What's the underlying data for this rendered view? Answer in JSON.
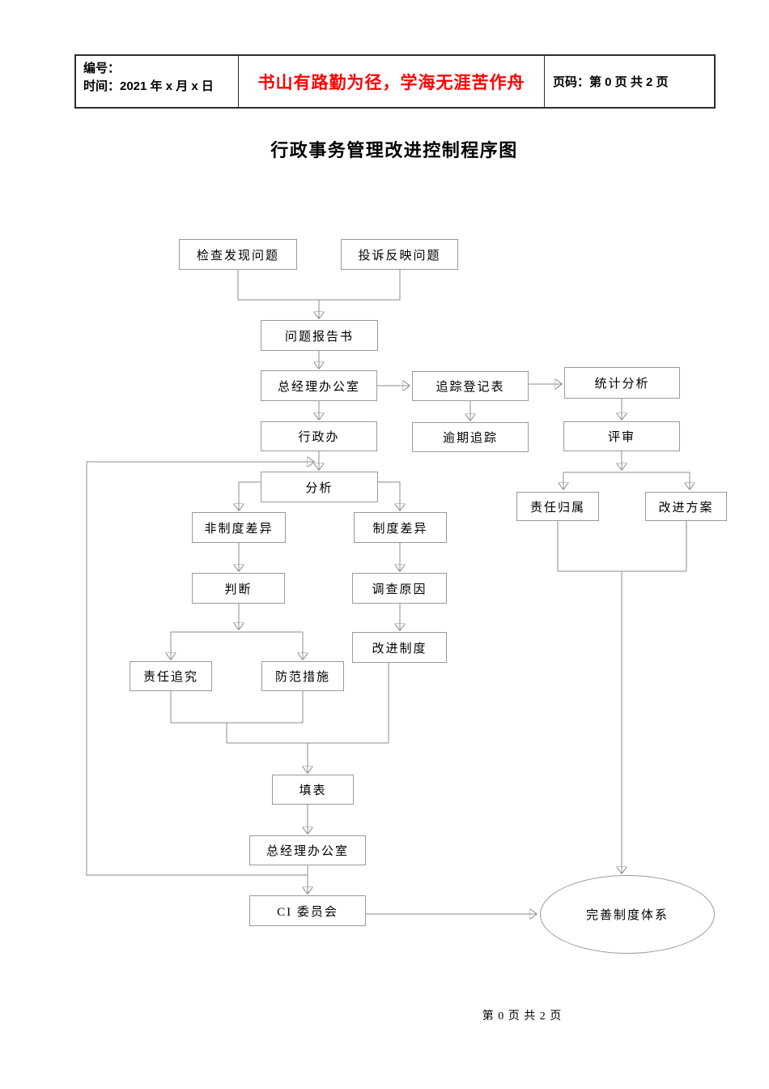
{
  "header": {
    "number_label": "编号：",
    "time_label": "时间：2021 年 x 月 x 日",
    "motto": "书山有路勤为径，学海无涯苦作舟",
    "page_label": "页码：第 0 页 共 2 页"
  },
  "title": "行政事务管理改进控制程序图",
  "flowchart": {
    "nodes": {
      "inspect": "检查发现问题",
      "complaint": "投诉反映问题",
      "report": "问题报告书",
      "gm_office_top": "总经理办公室",
      "tracking_form": "追踪登记表",
      "stat_analysis": "统计分析",
      "admin_office": "行政办",
      "overdue_tracking": "逾期追踪",
      "review": "评审",
      "analysis": "分析",
      "non_system_diff": "非制度差异",
      "system_diff": "制度差异",
      "judgment": "判断",
      "investigate_cause": "调查原因",
      "improve_system": "改进制度",
      "accountability": "责任追究",
      "preventive_measures": "防范措施",
      "responsibility_attribution": "责任归属",
      "improvement_plan": "改进方案",
      "fill_form": "填表",
      "gm_office_bottom": "总经理办公室",
      "ci_committee": "CI 委员会",
      "perfect_system": "完善制度体系"
    }
  },
  "footer": {
    "page_text": "第 0 页 共 2 页"
  },
  "colors": {
    "motto_red": "#ff0000",
    "line_gray": "#8c8c8c",
    "box_border_gray": "#9a9a9a"
  }
}
